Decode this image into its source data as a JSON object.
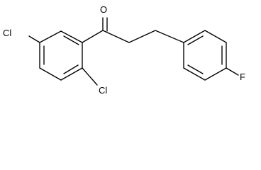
{
  "molecule": {
    "labels": {
      "o": "O",
      "cl_left": "Cl",
      "cl_bottom": "Cl",
      "f": "F"
    }
  }
}
